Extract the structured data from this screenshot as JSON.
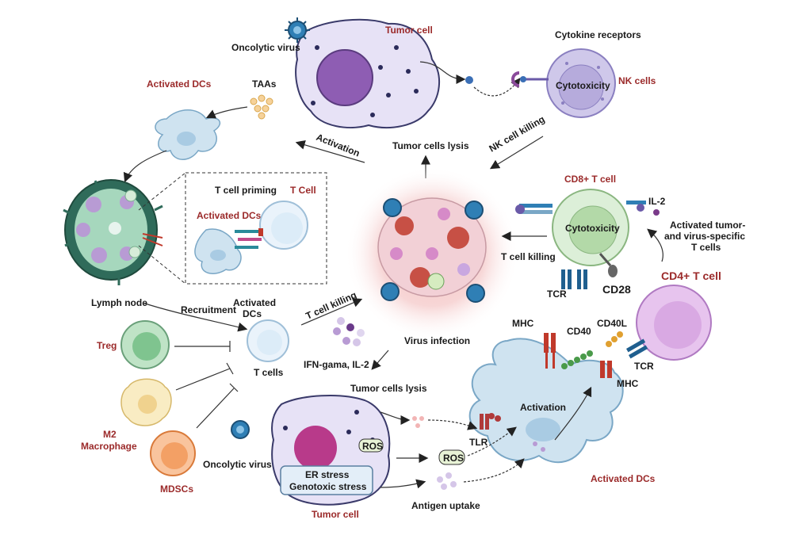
{
  "colors": {
    "label_red": "#9b2a2a",
    "tumor_fill": "#e7e2f6",
    "tumor_nucleus": "#8e5db3",
    "virus_blue": "#2f7fb5",
    "tcell_blue": "#dcecf8",
    "nk_purple": "#b6abdc",
    "cd4_purple": "#d9a9e3",
    "dc_blue": "#cfe3f0",
    "treg_green": "#7fc48f",
    "m2_yellow": "#f6e2a6",
    "mdsc_orange": "#f3a065",
    "infection_red": "#e8a0a0"
  },
  "labels": {
    "tumor_cell_top": "Tumor cell",
    "oncolytic_virus_top": "Oncolytic\nvirus",
    "taas": "TAAs",
    "activated_dcs_top": "Activated DCs",
    "cytokine_receptors": "Cytokine receptors",
    "nk_cells": "NK cells",
    "cytotoxicity_nk": "Cytotoxicity",
    "activation_arrow": "Activation",
    "tumor_cells_lysis_top": "Tumor cells lysis",
    "nk_cell_killing": "NK cell killing",
    "t_cell_priming": "T cell priming",
    "t_cell": "T Cell",
    "activated_dcs_box": "Activated DCs",
    "cd8_t_cell": "CD8+ T cell",
    "il2": "IL-2",
    "cytotoxicity_cd8": "Cytotoxicity",
    "activated_tumor_virus": "Activated tumor-\nand virus-specific\nT cells",
    "t_cell_killing_right": "T cell killing",
    "tcr_cd8": "TCR",
    "cd28": "CD28",
    "cd4_t_cell": "CD4+ T cell",
    "lymph_node": "Lymph node",
    "recruitment": "Recruitment",
    "activated_dcs_mid": "Activated\nDCs",
    "t_cell_killing_mid": "T cell killing",
    "virus_infection": "Virus infection",
    "treg": "Treg",
    "t_cells": "T cells",
    "ifn_il2": "IFN-gama, IL-2",
    "mhc_top": "MHC",
    "cd40": "CD40",
    "cd40l": "CD40L",
    "tcr_cd4": "TCR",
    "mhc_right": "MHC",
    "tumor_cells_lysis_bottom": "Tumor cells lysis",
    "m2_macrophage": "M2\nMacrophage",
    "activation_dc": "Activation",
    "oncolytic_virus_bottom": "Oncolytic virus",
    "ros_small": "ROS",
    "ros_mid": "ROS",
    "tlr": "TLR",
    "er_stress": "ER stress",
    "genotoxic_stress": "Genotoxic stress",
    "mdscs": "MDSCs",
    "antigen_uptake": "Antigen uptake",
    "activated_dcs_bottom": "Activated DCs",
    "tumor_cell_bottom": "Tumor cell"
  }
}
